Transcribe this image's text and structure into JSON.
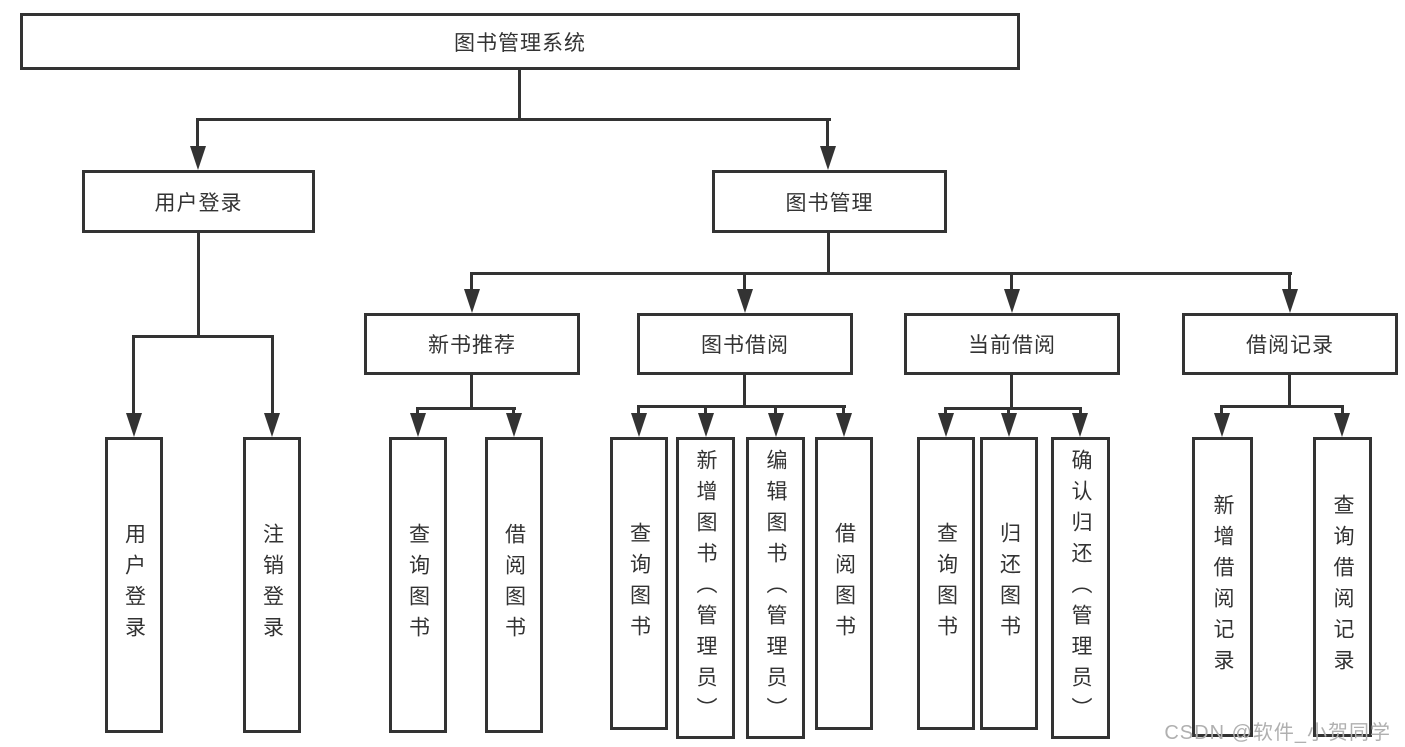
{
  "tree": {
    "label": "图书管理系统",
    "children": [
      {
        "label": "用户登录",
        "children": [
          {
            "label": "用户登录"
          },
          {
            "label": "注销登录"
          }
        ]
      },
      {
        "label": "图书管理",
        "children": [
          {
            "label": "新书推荐",
            "children": [
              {
                "label": "查询图书"
              },
              {
                "label": "借阅图书"
              }
            ]
          },
          {
            "label": "图书借阅",
            "children": [
              {
                "label": "查询图书"
              },
              {
                "label": "新增图书（管理员）"
              },
              {
                "label": "编辑图书（管理员）"
              },
              {
                "label": "借阅图书"
              }
            ]
          },
          {
            "label": "当前借阅",
            "children": [
              {
                "label": "查询图书"
              },
              {
                "label": "归还图书"
              },
              {
                "label": "确认归还（管理员）"
              }
            ]
          },
          {
            "label": "借阅记录",
            "children": [
              {
                "label": "新增借阅记录"
              },
              {
                "label": "查询借阅记录"
              }
            ]
          }
        ]
      }
    ]
  },
  "watermark": "CSDN @软件_小贺同学",
  "colors": {
    "line": "#333333",
    "box_border": "#333333",
    "text": "#333333",
    "background": "#ffffff",
    "watermark_text": "#b0b0b0"
  }
}
